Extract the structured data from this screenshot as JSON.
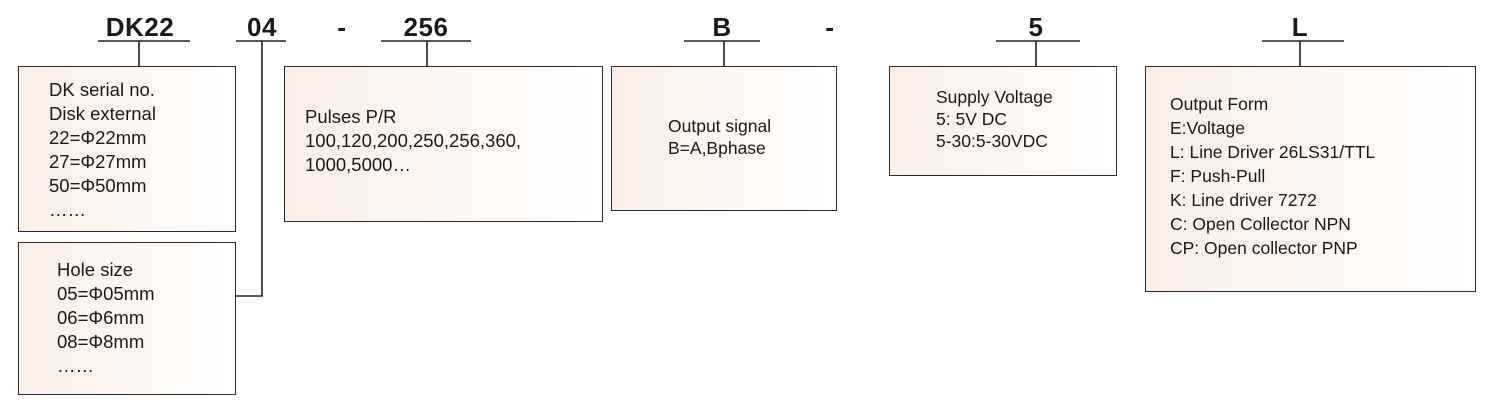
{
  "codes": {
    "dk22": "DK22",
    "hole": "04",
    "dash1": "-",
    "pulses": "256",
    "signal": "B",
    "dash2": "-",
    "voltage": "5",
    "output": "L"
  },
  "boxes": {
    "serial": {
      "lines": [
        "DK serial no.",
        "Disk external",
        "22=Φ22mm",
        "27=Φ27mm",
        "50=Φ50mm",
        "……"
      ]
    },
    "hole": {
      "lines": [
        "Hole size",
        "05=Φ05mm",
        "06=Φ6mm",
        "08=Φ8mm",
        "……"
      ]
    },
    "pulses": {
      "lines": [
        "Pulses  P/R",
        "100,120,200,250,256,360,",
        "1000,5000…"
      ]
    },
    "signal": {
      "lines": [
        "Output signal",
        "B=A,Bphase"
      ]
    },
    "voltage": {
      "lines": [
        "Supply Voltage",
        "5: 5V DC",
        "5-30:5-30VDC"
      ]
    },
    "output": {
      "lines": [
        "Output Form",
        "E:Voltage",
        "L: Line Driver 26LS31/TTL",
        "F: Push-Pull",
        "K:  Line driver 7272",
        "C: Open Collector NPN",
        "CP: Open collector PNP"
      ]
    }
  }
}
